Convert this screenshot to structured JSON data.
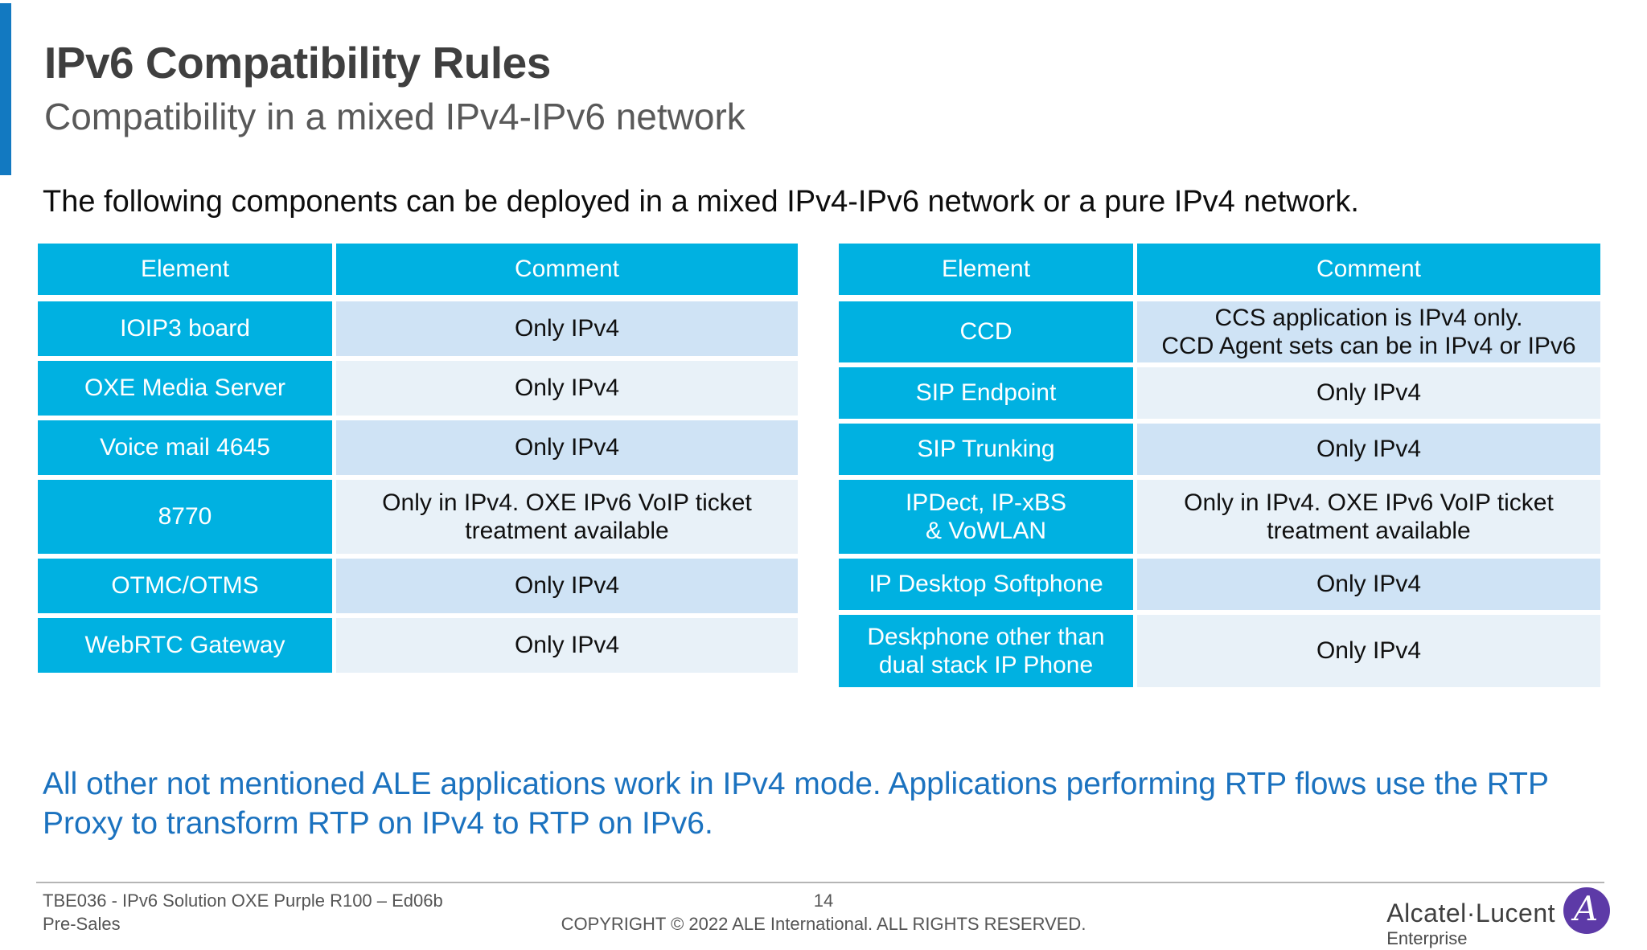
{
  "header": {
    "title": "IPv6 Compatibility Rules",
    "subtitle": "Compatibility in a mixed IPv4-IPv6 network"
  },
  "intro": "The following components can be deployed in a mixed IPv4-IPv6 network or a pure IPv4 network.",
  "tables": {
    "headers": [
      "Element",
      "Comment"
    ],
    "left": {
      "rows": [
        {
          "element": "IOIP3 board",
          "comment": "Only IPv4"
        },
        {
          "element": "OXE Media Server",
          "comment": "Only IPv4"
        },
        {
          "element": "Voice mail 4645",
          "comment": "Only IPv4"
        },
        {
          "element": "8770",
          "comment": "Only in IPv4. OXE IPv6 VoIP ticket\ntreatment available"
        },
        {
          "element": "OTMC/OTMS",
          "comment": "Only IPv4"
        },
        {
          "element": "WebRTC Gateway",
          "comment": "Only IPv4"
        }
      ]
    },
    "right": {
      "rows": [
        {
          "element": "CCD",
          "comment": "CCS application is IPv4 only.\nCCD Agent sets can be in IPv4 or IPv6"
        },
        {
          "element": "SIP Endpoint",
          "comment": "Only IPv4"
        },
        {
          "element": "SIP Trunking",
          "comment": "Only IPv4"
        },
        {
          "element": "IPDect, IP-xBS\n& VoWLAN",
          "comment": "Only in IPv4. OXE IPv6 VoIP ticket\ntreatment available"
        },
        {
          "element": "IP Desktop Softphone",
          "comment": "Only IPv4"
        },
        {
          "element": "Deskphone other than\ndual stack IP Phone",
          "comment": "Only IPv4"
        }
      ]
    }
  },
  "note": "All other not mentioned ALE applications work in IPv4 mode. Applications performing RTP flows use the RTP\nProxy to transform RTP on IPv4 to RTP on IPv6.",
  "footer": {
    "doc_id": "TBE036 - IPv6 Solution OXE Purple R100 – Ed06b",
    "department": "Pre-Sales",
    "page_number": "14",
    "copyright": "COPYRIGHT © 2022 ALE International. ALL RIGHTS RESERVED.",
    "logo": {
      "brand": "Alcatel·Lucent",
      "sub": "Enterprise",
      "monogram": "A"
    }
  },
  "colors": {
    "accent_bar": "#1279c1",
    "table_cyan": "#00b1e1",
    "row_light": "#cfe3f5",
    "row_lighter": "#e8f1f8",
    "note_blue": "#1b72bf",
    "logo_purple": "#5d3aa7"
  }
}
